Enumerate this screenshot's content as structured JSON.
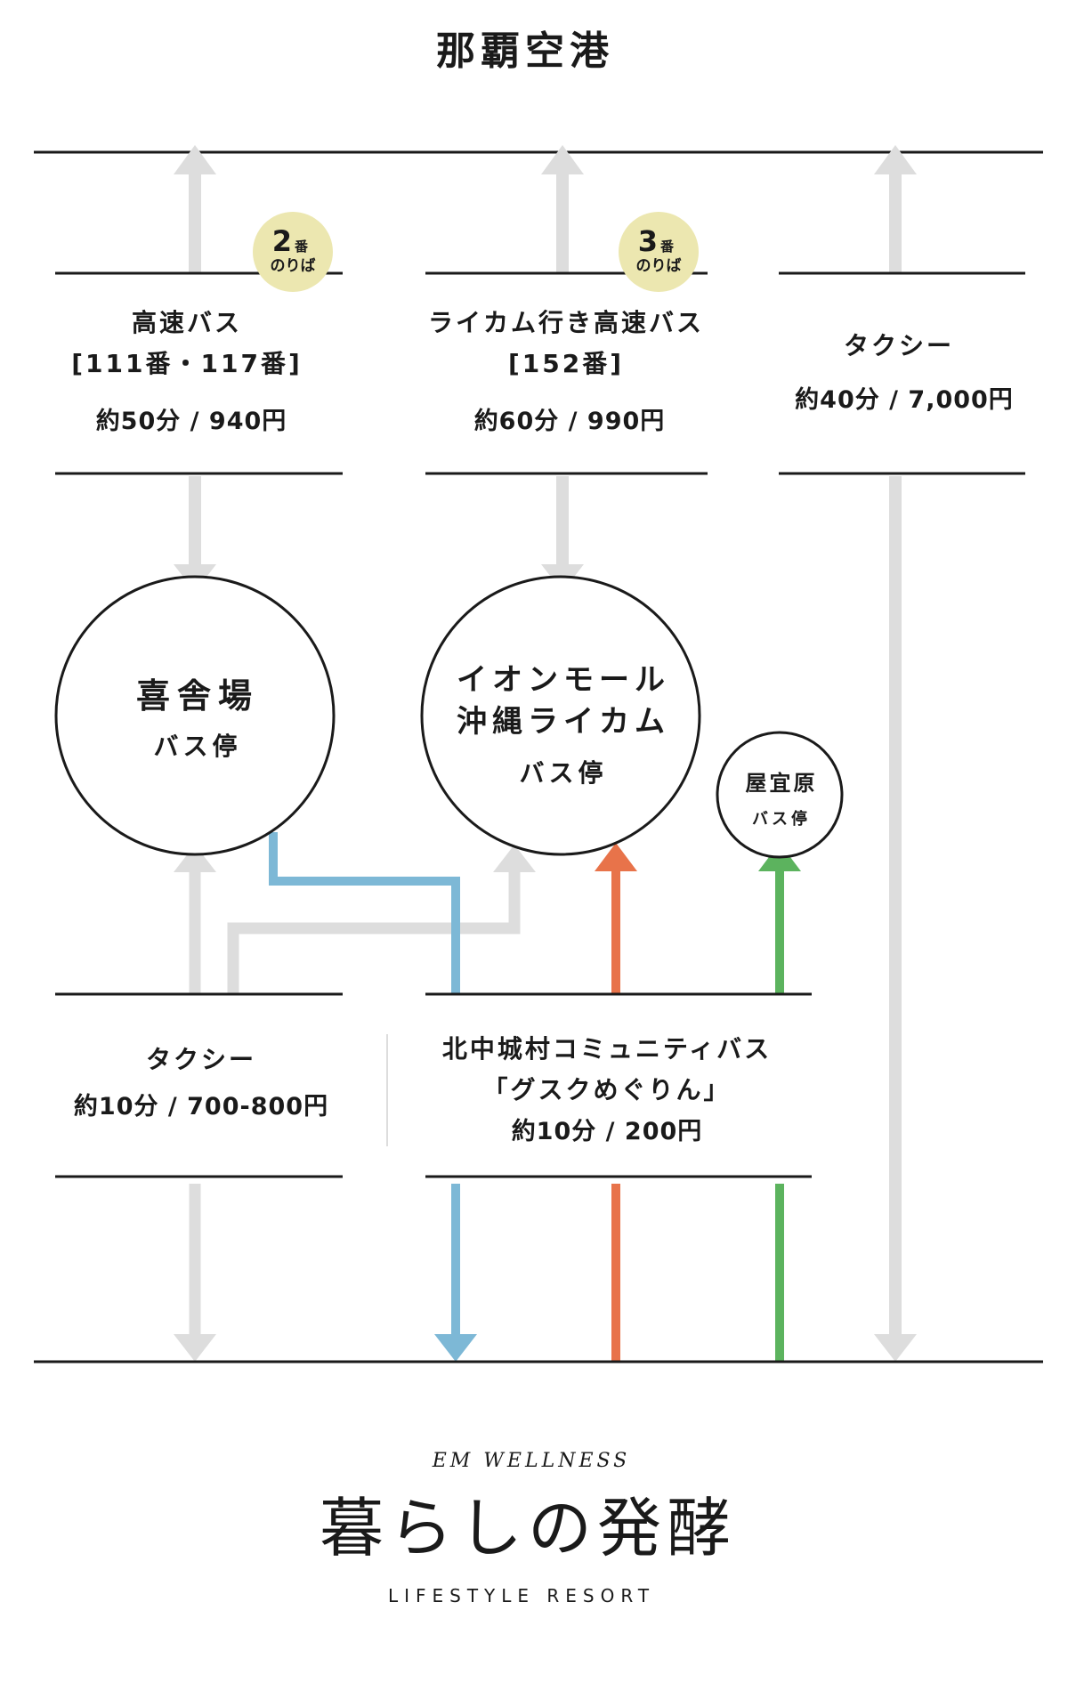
{
  "title": "那覇空港",
  "colors": {
    "line": "#1a1a1a",
    "gray": "#dddddd",
    "blue": "#7db8d6",
    "orange": "#e8734a",
    "green": "#5cb35e",
    "badge": "#ece7b0"
  },
  "routes": {
    "highway_bus": {
      "name": "高速バス",
      "numbers": "[111番・117番]",
      "time_fare": "約50分 / 940円",
      "badge_number": "2",
      "badge_unit": "番",
      "badge_label": "のりば"
    },
    "rycom_bus": {
      "name": "ライカム行き高速バス",
      "numbers": "[152番]",
      "time_fare": "約60分 / 990円",
      "badge_number": "3",
      "badge_unit": "番",
      "badge_label": "のりば"
    },
    "airport_taxi": {
      "name": "タクシー",
      "time_fare": "約40分 / 7,000円"
    },
    "local_taxi": {
      "name": "タクシー",
      "time_fare": "約10分 / 700-800円"
    },
    "community_bus": {
      "name": "北中城村コミュニティバス",
      "nickname": "「グスクめぐりん」",
      "time_fare": "約10分 / 200円"
    }
  },
  "stops": {
    "kishaba": {
      "name": "喜舎場",
      "sub": "バス停"
    },
    "aeon": {
      "name_line1": "イオンモール",
      "name_line2": "沖縄ライカム",
      "sub": "バス停"
    },
    "yagibaru": {
      "name": "屋宜原",
      "sub": "バス停"
    }
  },
  "logo": {
    "top": "EM WELLNESS",
    "main": "暮らしの発酵",
    "bottom": "LIFESTYLE RESORT"
  }
}
